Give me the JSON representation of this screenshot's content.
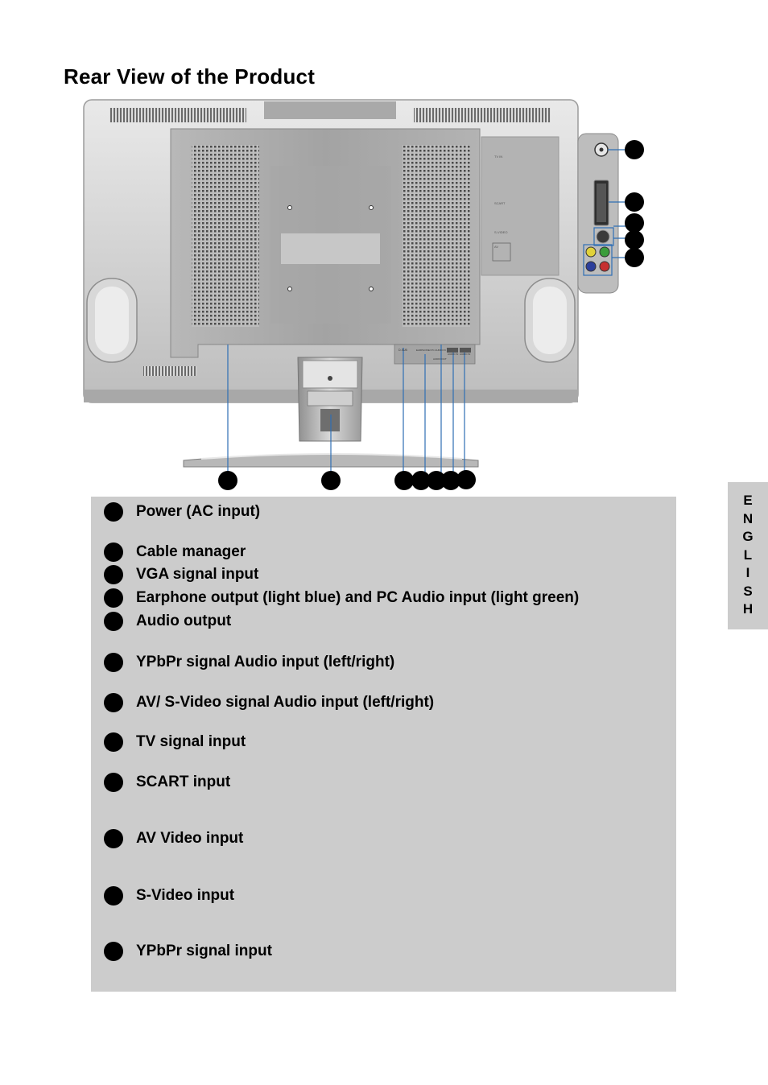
{
  "page": {
    "title": "Rear View of the Product"
  },
  "figure": {
    "panel_labels": [
      "TV IN",
      "SCART",
      "S-VIDEO",
      "AV"
    ],
    "bottom_labels": [
      "D-SUB",
      "EARPHONE/ PC AUDIO IN",
      "AUDIO OUT",
      "AUDIO IN",
      "AUDIO IN"
    ]
  },
  "connectors": [
    {
      "label": "Power (AC input)"
    },
    {
      "label": "Cable manager"
    },
    {
      "label": "VGA signal input"
    },
    {
      "label": "Earphone output (light blue) and PC Audio input (light green)"
    },
    {
      "label": "Audio output"
    },
    {
      "label": "YPbPr signal Audio input (left/right)"
    },
    {
      "label": "AV/ S-Video signal Audio input (left/right)"
    },
    {
      "label": "TV signal input"
    },
    {
      "label": "SCART input"
    },
    {
      "label": "AV Video input"
    },
    {
      "label": "S-Video input"
    },
    {
      "label": "YPbPr signal input"
    }
  ],
  "language_tab": {
    "letters": [
      "E",
      "N",
      "G",
      "L",
      "I",
      "S",
      "H"
    ]
  },
  "colors": {
    "panel_gray": "#cccccc",
    "callout_line": "#2f6fb4"
  }
}
